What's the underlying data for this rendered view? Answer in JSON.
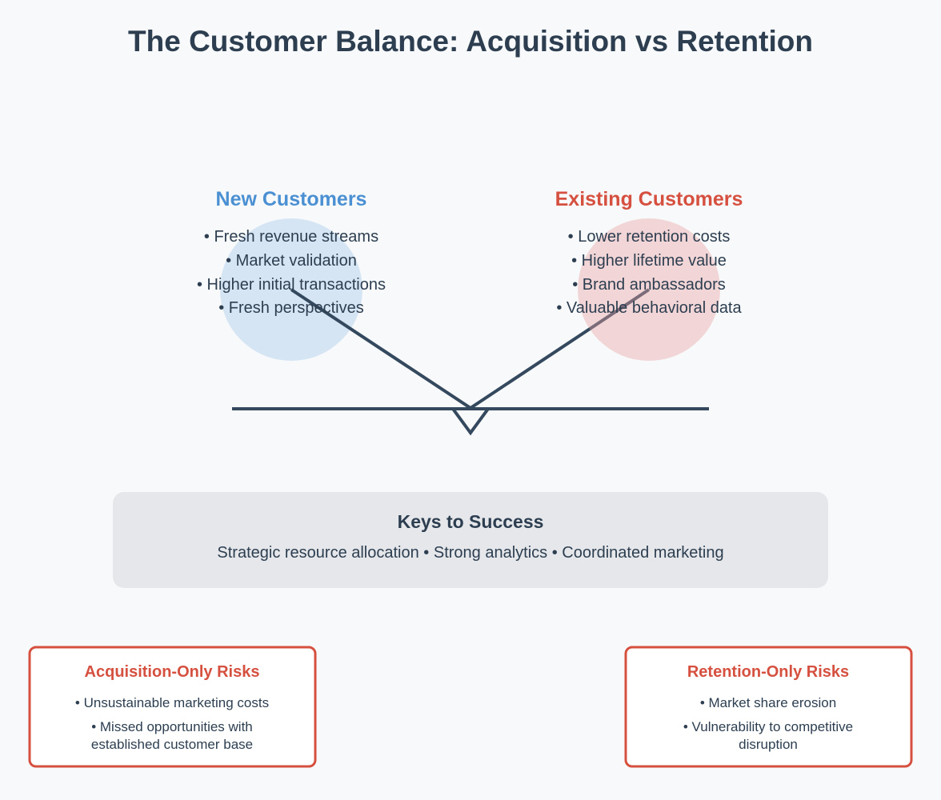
{
  "title": "The Customer Balance: Acquisition vs Retention",
  "colors": {
    "new": "#4a90d2",
    "existing": "#d65040",
    "dark": "#34495e",
    "new_circle": "#d5e5f4",
    "existing_circle": "#f3d5d5",
    "keys_bg": "#e5e7ea"
  },
  "new_customers": {
    "heading": "New Customers",
    "items": [
      "• Fresh revenue streams",
      "• Market validation",
      "• Higher initial transactions",
      "• Fresh perspectives"
    ]
  },
  "existing_customers": {
    "heading": "Existing Customers",
    "items": [
      "• Lower retention costs",
      "• Higher lifetime value",
      "• Brand ambassadors",
      "• Valuable behavioral data"
    ]
  },
  "keys": {
    "heading": "Keys to Success",
    "text": "Strategic resource allocation • Strong analytics • Coordinated marketing"
  },
  "acquisition_risks": {
    "heading": "Acquisition-Only Risks",
    "lines": [
      "• Unsustainable marketing costs",
      "• Missed opportunities with",
      "established customer base"
    ]
  },
  "retention_risks": {
    "heading": "Retention-Only Risks",
    "lines": [
      "• Market share erosion",
      "• Vulnerability to competitive",
      "disruption"
    ]
  }
}
